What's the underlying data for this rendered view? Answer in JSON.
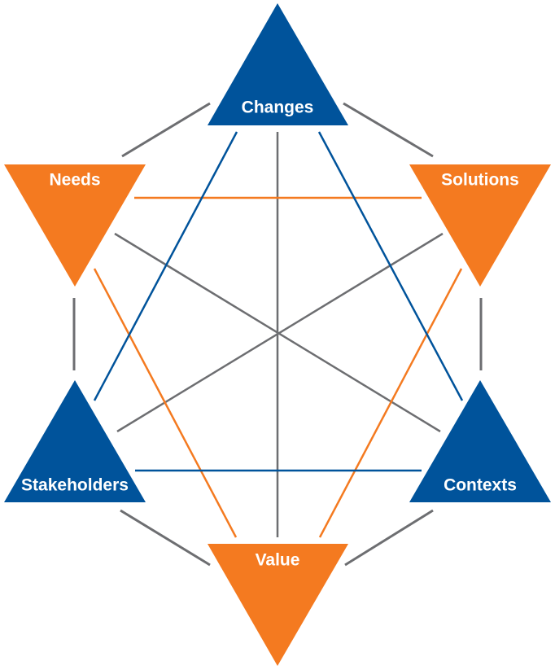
{
  "colors": {
    "blue": "#00539b",
    "orange": "#f47a20",
    "gray": "#6d6e71",
    "background": "#ffffff"
  },
  "concepts": {
    "changes": "Changes",
    "needs": "Needs",
    "solutions": "Solutions",
    "stakeholders": "Stakeholders",
    "contexts": "Contexts",
    "value": "Value"
  },
  "node_colors": {
    "changes": "blue",
    "needs": "orange",
    "solutions": "orange",
    "stakeholders": "blue",
    "contexts": "blue",
    "value": "orange"
  }
}
